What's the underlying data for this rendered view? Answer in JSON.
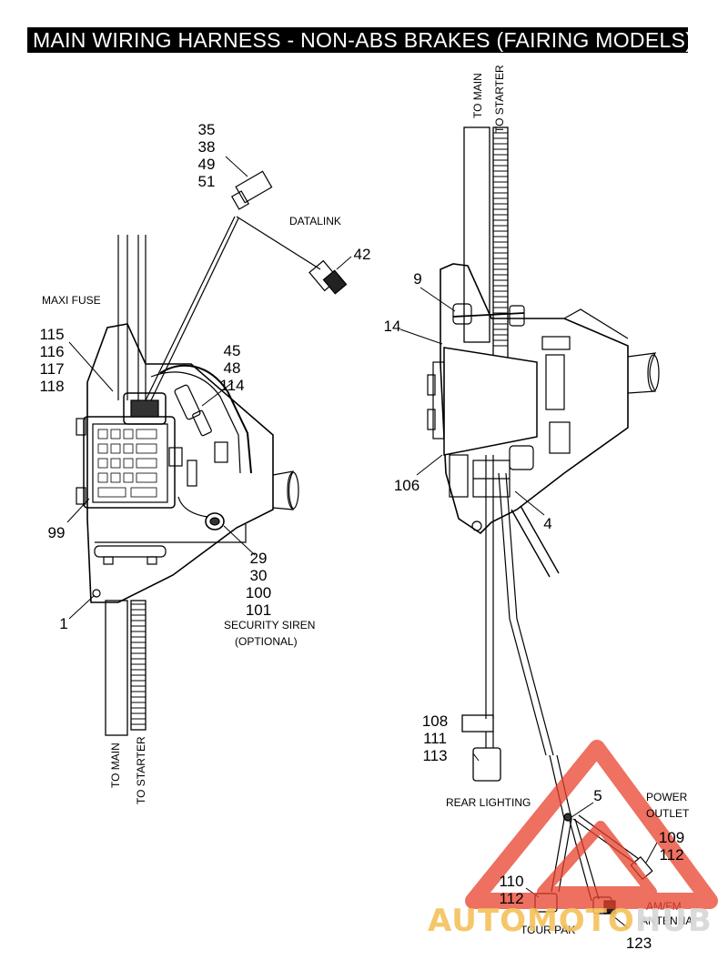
{
  "title": "MAIN WIRING HARNESS - NON-ABS BRAKES (FAIRING MODELS)",
  "callouts": {
    "c35": [
      "35",
      "38",
      "49",
      "51"
    ],
    "c42": [
      "42"
    ],
    "c115": [
      "115",
      "116",
      "117",
      "118"
    ],
    "c45": [
      "45",
      "48",
      "114"
    ],
    "c99": [
      "99"
    ],
    "c29": [
      "29",
      "30",
      "100",
      "101"
    ],
    "c1": [
      "1"
    ],
    "c9": [
      "9"
    ],
    "c14": [
      "14"
    ],
    "c106": [
      "106"
    ],
    "c4": [
      "4"
    ],
    "c108": [
      "108",
      "111",
      "113"
    ],
    "c5": [
      "5"
    ],
    "c109": [
      "109",
      "112"
    ],
    "c110": [
      "110",
      "112"
    ],
    "c123": [
      "123"
    ]
  },
  "labels": {
    "datalink": "DATALINK",
    "maxi_fuse": "MAXI FUSE",
    "security_siren": "SECURITY SIREN",
    "optional": "(OPTIONAL)",
    "rear_lighting": "REAR LIGHTING",
    "power": "POWER",
    "outlet": "OUTLET",
    "amfm": "AM/FM",
    "antenna": "ANTENNA",
    "tour_pak": "TOUR PAK",
    "to_main": "TO MAIN",
    "to_starter": "TO STARTER"
  },
  "watermark": {
    "part1": "AUTOMOTO",
    "part2": "HUB"
  },
  "colors": {
    "watermark_red": "#e8412c",
    "watermark_yellow": "#f4c25a",
    "line": "#000000"
  }
}
